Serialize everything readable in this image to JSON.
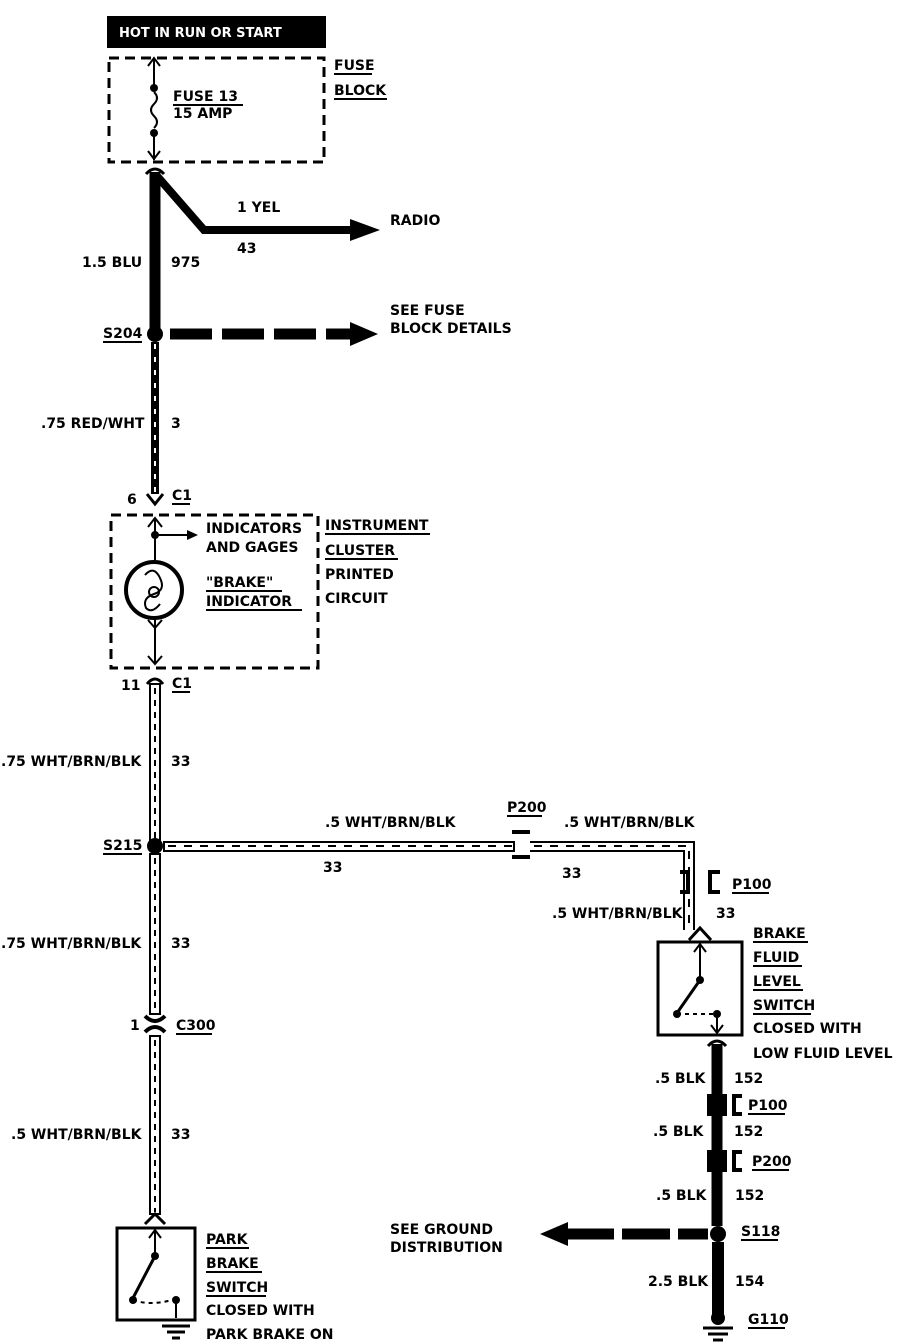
{
  "header": {
    "hot_label": "HOT IN RUN  OR START"
  },
  "fuse_block": {
    "label_line1": "FUSE",
    "label_line2": "BLOCK",
    "fuse_name": "FUSE 13",
    "fuse_rating": "15 AMP"
  },
  "wires": {
    "radio_wire": {
      "gauge_color": "1 YEL",
      "circuit": "43",
      "destination": "RADIO"
    },
    "main_feed": {
      "gauge_color": "1.5 BLU",
      "circuit": "975"
    },
    "s204_branch": {
      "line1": "SEE FUSE",
      "line2": "BLOCK DETAILS"
    },
    "to_cluster": {
      "gauge_color": ".75 RED/WHT",
      "circuit": "3"
    },
    "cluster_to_s215": {
      "gauge_color": ".75 WHT/BRN/BLK",
      "circuit": "33"
    },
    "s215_to_p200": {
      "gauge_color": ".5 WHT/BRN/BLK",
      "circuit": "33"
    },
    "p200_to_p100": {
      "gauge_color": ".5 WHT/BRN/BLK",
      "circuit": "33"
    },
    "p100_to_switch": {
      "gauge_color": ".5 WHT/BRN/BLK",
      "circuit": "33"
    },
    "s215_to_c300": {
      "gauge_color": ".75 WHT/BRN/BLK",
      "circuit": "33"
    },
    "c300_to_park": {
      "gauge_color": ".5 WHT/BRN/BLK",
      "circuit": "33"
    },
    "fluid_to_p100": {
      "gauge_color": ".5 BLK",
      "circuit": "152"
    },
    "p100_to_p200": {
      "gauge_color": ".5 BLK",
      "circuit": "152"
    },
    "p200_to_s118": {
      "gauge_color": ".5 BLK",
      "circuit": "152"
    },
    "s118_to_g110": {
      "gauge_color": "2.5 BLK",
      "circuit": "154"
    },
    "ground_branch": {
      "line1": "SEE GROUND",
      "line2": "DISTRIBUTION"
    }
  },
  "splices": {
    "s204": "S204",
    "s215": "S215",
    "s118": "S118"
  },
  "connectors": {
    "c1_top": {
      "name": "C1",
      "pin": "6"
    },
    "c1_bottom": {
      "name": "C1",
      "pin": "11"
    },
    "c300": {
      "name": "C300",
      "pin": "1"
    },
    "p200": "P200",
    "p100": "P100",
    "p100_ground": "P100",
    "p200_ground": "P200"
  },
  "cluster": {
    "indicators_line1": "INDICATORS",
    "indicators_line2": "AND GAGES",
    "brake_line1": "\"BRAKE\"",
    "brake_line2": "INDICATOR",
    "label_line1": "INSTRUMENT",
    "label_line2": "CLUSTER",
    "label_line3": "PRINTED",
    "label_line4": "CIRCUIT"
  },
  "fluid_switch": {
    "line1": "BRAKE",
    "line2": "FLUID",
    "line3": "LEVEL",
    "line4": "SWITCH",
    "line5": "CLOSED WITH",
    "line6": "LOW FLUID LEVEL"
  },
  "park_switch": {
    "line1": "PARK",
    "line2": "BRAKE",
    "line3": "SWITCH",
    "line4": "CLOSED WITH",
    "line5": "PARK BRAKE ON"
  },
  "grounds": {
    "g110": "G110"
  }
}
